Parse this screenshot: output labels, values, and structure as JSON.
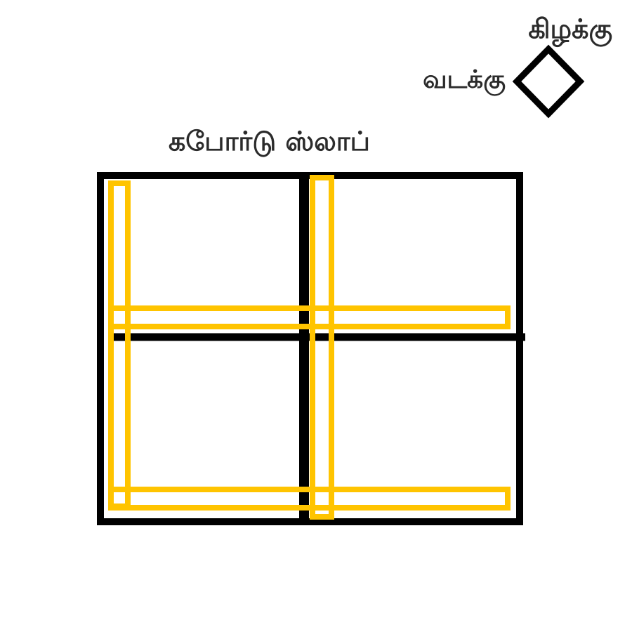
{
  "labels": {
    "east": "கிழக்கு",
    "north": "வடக்கு",
    "title": "கபோர்டு ஸ்லாப்"
  },
  "colors": {
    "frame": "#000000",
    "beam": "#FFC400",
    "background": "#FFFFFF",
    "text": "#2B2B2B"
  },
  "icons": {
    "compass": "diamond-compass-icon"
  }
}
